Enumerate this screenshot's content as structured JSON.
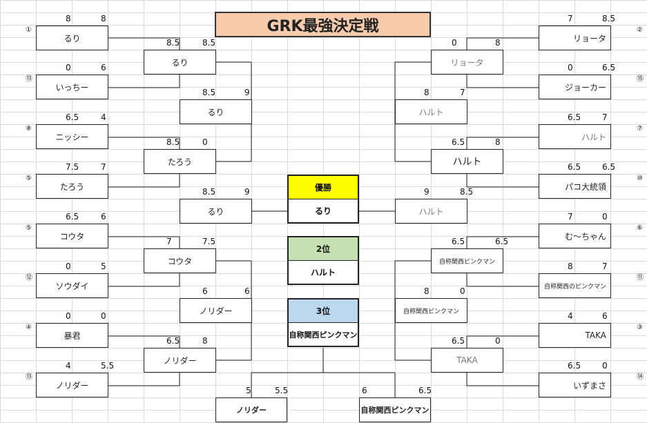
{
  "title": "GRK最強決定戦",
  "colors": {
    "grid": "#d9d9d9",
    "line": "#222222",
    "title_bg": "#f8cbad",
    "gold": "#ffff00",
    "silver": "#c6e0b4",
    "bronze": "#bdd7ee"
  },
  "left_first_round": [
    {
      "seed": "①",
      "name": "るり",
      "score_a": "8",
      "score_b": "8"
    },
    {
      "seed": "⑬",
      "name": "いっちー",
      "score_a": "0",
      "score_b": "6"
    },
    {
      "seed": "⑧",
      "name": "ニッシー",
      "score_a": "6.5",
      "score_b": "4"
    },
    {
      "seed": "⑤",
      "name": "たろう",
      "score_a": "7.5",
      "score_b": "7"
    },
    {
      "seed": "⑤",
      "name": "コウタ",
      "score_a": "6.5",
      "score_b": "6"
    },
    {
      "seed": "⑫",
      "name": "ソウダイ",
      "score_a": "0",
      "score_b": "5"
    },
    {
      "seed": "④",
      "name": "暴君",
      "score_a": "0",
      "score_b": "0"
    },
    {
      "seed": "⑬",
      "name": "ノリダー",
      "score_a": "4",
      "score_b": "5.5"
    }
  ],
  "left_second_round": [
    {
      "name": "るり",
      "score_a": "8.5",
      "score_b": "8.5"
    },
    {
      "name": "たろう",
      "score_a": "8.5",
      "score_b": "0"
    },
    {
      "name": "コウタ",
      "score_a": "7",
      "score_b": "7.5"
    },
    {
      "name": "ノリダー",
      "score_a": "6.5",
      "score_b": "8"
    }
  ],
  "left_third_round": [
    {
      "name": "るり",
      "score_a": "8.5",
      "score_b": "9"
    },
    {
      "name": "るり",
      "score_a": "8.5",
      "score_b": "9"
    },
    {
      "name": "ノリダー",
      "score_a": "6",
      "score_b": "6"
    }
  ],
  "right_first_round": [
    {
      "seed": "②",
      "name": "リョータ",
      "score_a": "7",
      "score_b": "8.5"
    },
    {
      "seed": "⑮",
      "name": "ジョーカー",
      "score_a": "0",
      "score_b": "6.5"
    },
    {
      "seed": "⑦",
      "name": "ハルト",
      "score_a": "6.5",
      "score_b": "7"
    },
    {
      "seed": "⑩",
      "name": "パコ大統領",
      "score_a": "6.5",
      "score_b": "6.5"
    },
    {
      "seed": "⑥",
      "name": "む～ちゃん",
      "score_a": "7",
      "score_b": "0"
    },
    {
      "seed": "⑪",
      "name": "自称関西のピンクマン",
      "score_a": "8",
      "score_b": "7"
    },
    {
      "seed": "③",
      "name": "TAKA",
      "score_a": "4",
      "score_b": "6"
    },
    {
      "seed": "⑭",
      "name": "いずまさ",
      "score_a": "6.5",
      "score_b": "0"
    }
  ],
  "right_second_round": [
    {
      "name": "リョータ",
      "score_a": "0",
      "score_b": "8"
    },
    {
      "name": "ハルト",
      "score_a": "6.5",
      "score_b": "8"
    },
    {
      "name": "自称関西ピンクマン",
      "score_a": "6.5",
      "score_b": "6.5"
    },
    {
      "name": "TAKA",
      "score_a": "6.5",
      "score_b": "0"
    }
  ],
  "right_third_round": [
    {
      "name": "ハルト",
      "score_a": "8",
      "score_b": "7"
    },
    {
      "name": "ハルト",
      "score_a": "9",
      "score_b": "8.5"
    },
    {
      "name": "自称関西ピンクマン",
      "score_a": "8",
      "score_b": "0"
    }
  ],
  "ranking": {
    "first_label": "優勝",
    "first_name": "るり",
    "second_label": "2位",
    "second_name": "ハルト",
    "third_label": "3位",
    "third_name": "自称関西ピンクマン"
  },
  "third_place_match": {
    "left_name": "ノリダー",
    "left_score_a": "5",
    "left_score_b": "5.5",
    "right_name": "自称関西ピンクマン",
    "right_score_a": "6",
    "right_score_b": "6.5"
  }
}
